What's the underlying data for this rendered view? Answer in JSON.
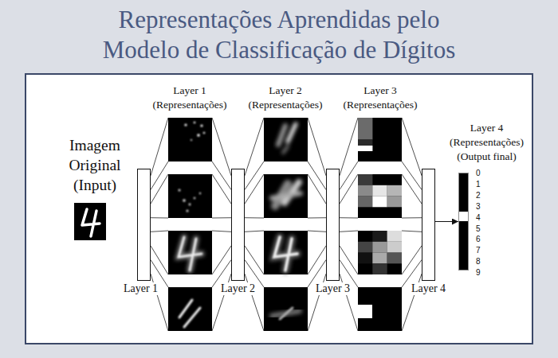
{
  "diagram": {
    "title": "Representações Aprendidas pelo Modelo de Classificação de Dígitos",
    "nodes": [
      {
        "text": [
          "Imagem Original (Input)"
        ]
      },
      {
        "text": [
          "Layer 1"
        ]
      },
      {
        "text": [
          "Layer 2"
        ]
      },
      {
        "text": [
          "Layer 3"
        ]
      },
      {
        "text": [
          "Layer 4"
        ]
      },
      {
        "text": [
          "Layer 4 (Representações) (Output final)"
        ]
      }
    ],
    "edges": [
      {
        "from": 4,
        "to": 5,
        "arrow": "to"
      }
    ],
    "labels": [
      "Layer 1 (Representações)",
      "Layer 2 (Representações)",
      "Layer 3 (Representações)",
      "0",
      "1",
      "2",
      "3",
      "4",
      "5",
      "6",
      "7",
      "8",
      "9"
    ]
  }
}
